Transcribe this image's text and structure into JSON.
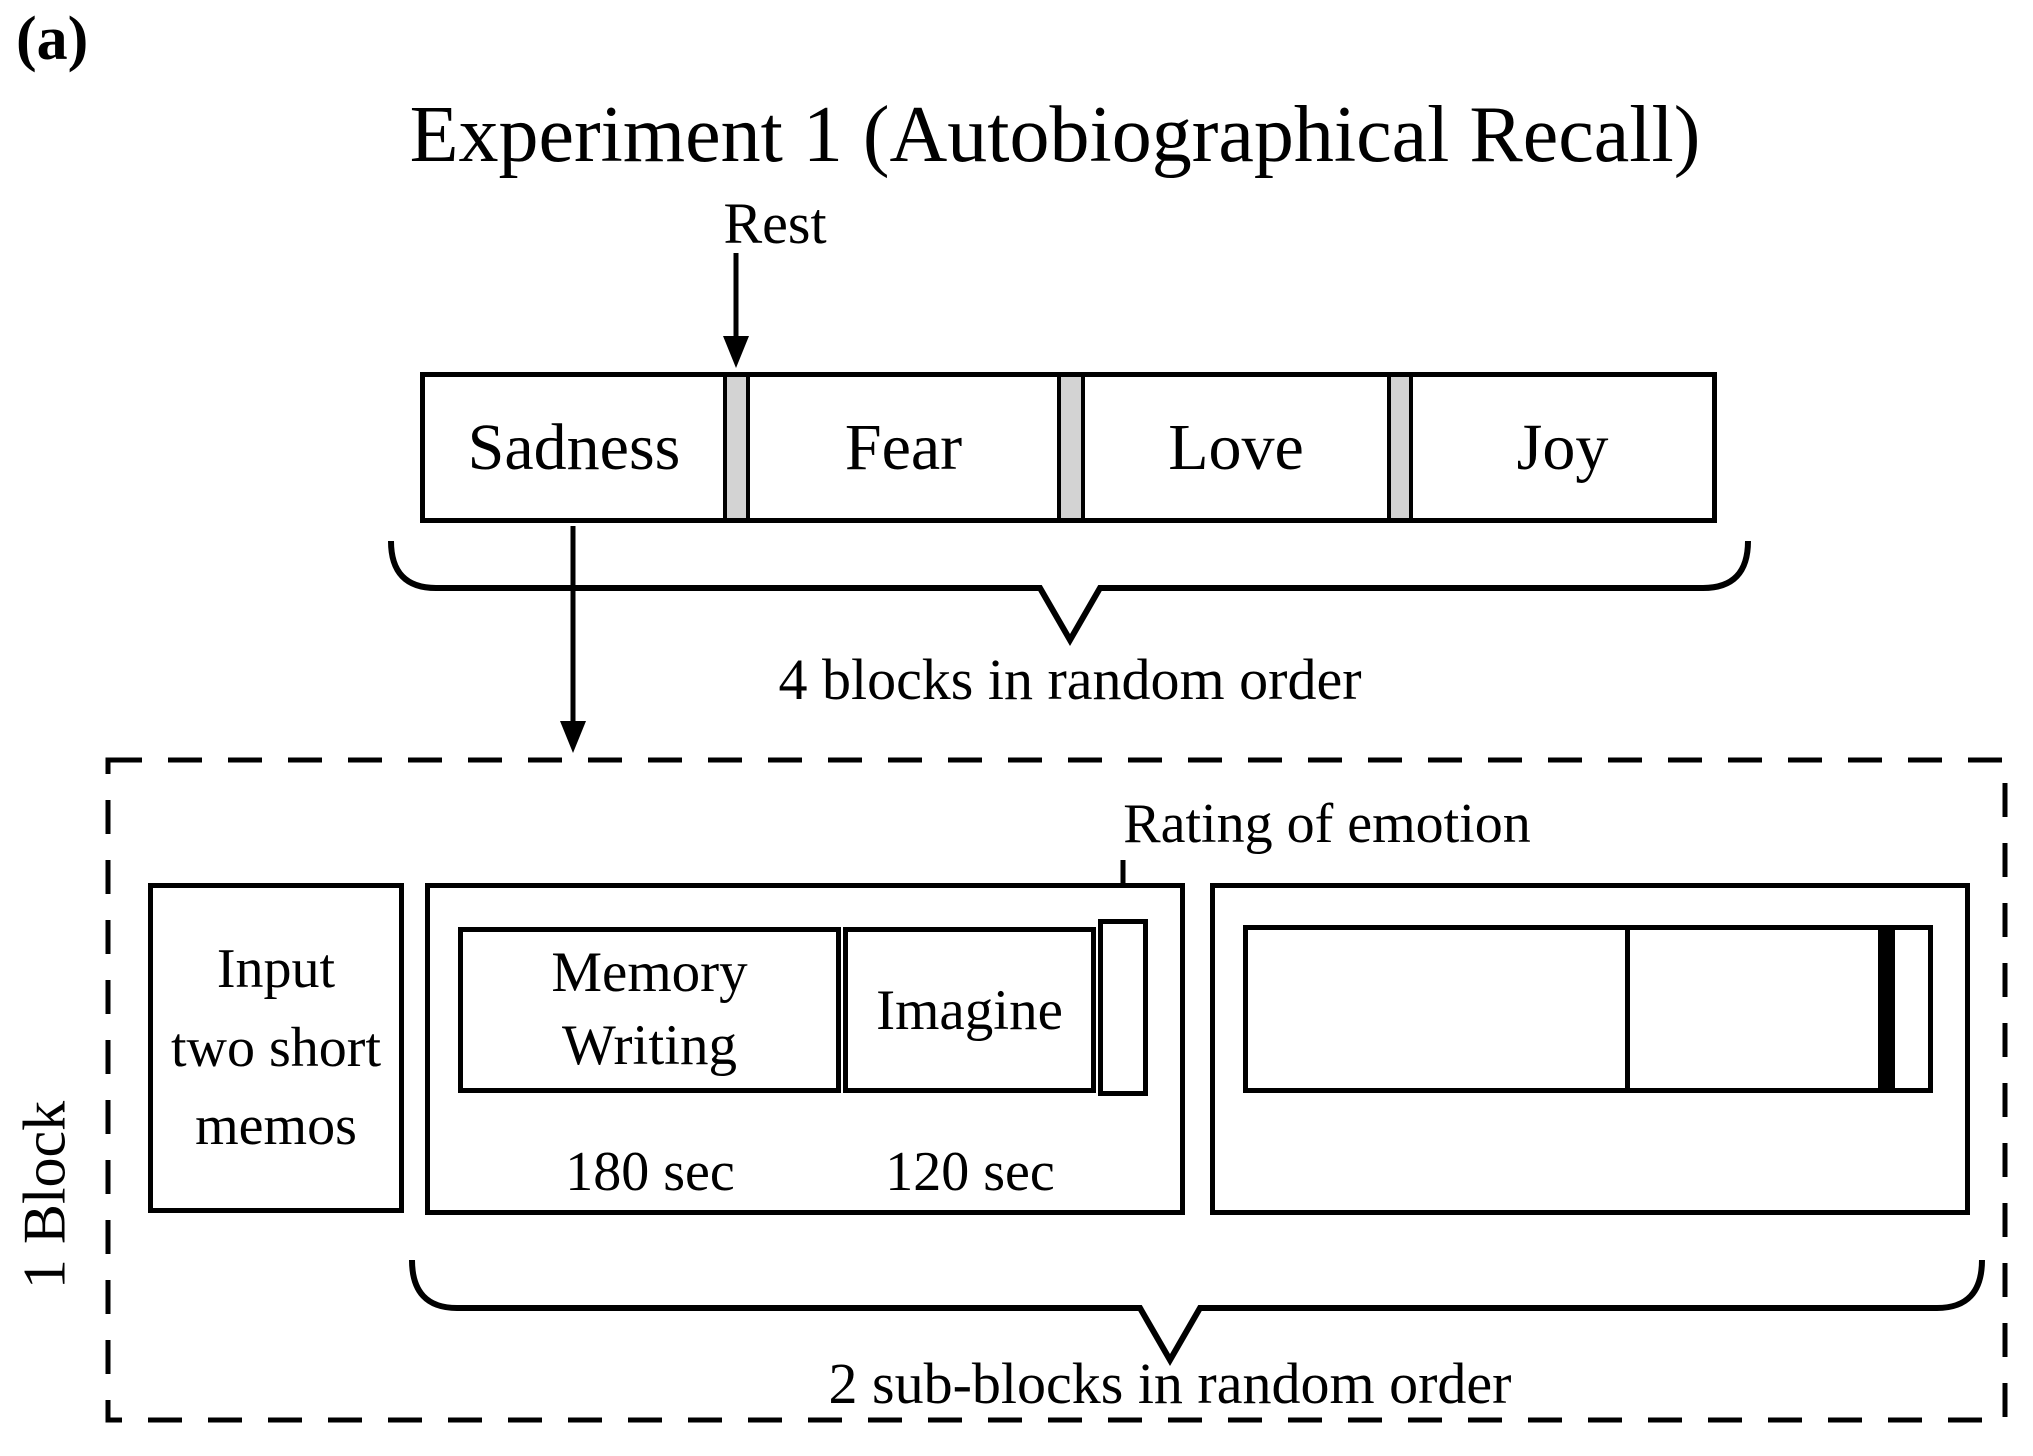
{
  "panel_label": "(a)",
  "title": "Experiment 1 (Autobiographical Recall)",
  "top_bar": {
    "rest_label": "Rest",
    "blocks": [
      "Sadness",
      "Fear",
      "Love",
      "Joy"
    ],
    "brace_label": "4 blocks in random order"
  },
  "block_detail": {
    "side_label": "1 Block",
    "input_box_lines": [
      "Input",
      "two short",
      "memos"
    ],
    "memory_writing_lines": [
      "Memory",
      "Writing"
    ],
    "imagine_label": "Imagine",
    "rating_label": "Rating of emotion",
    "duration_memory": "180 sec",
    "duration_imagine": "120 sec",
    "brace_label": "2 sub-blocks in random order"
  },
  "colors": {
    "ink": "#000000",
    "background": "#ffffff",
    "rest_strip": "#d3d3d3"
  }
}
